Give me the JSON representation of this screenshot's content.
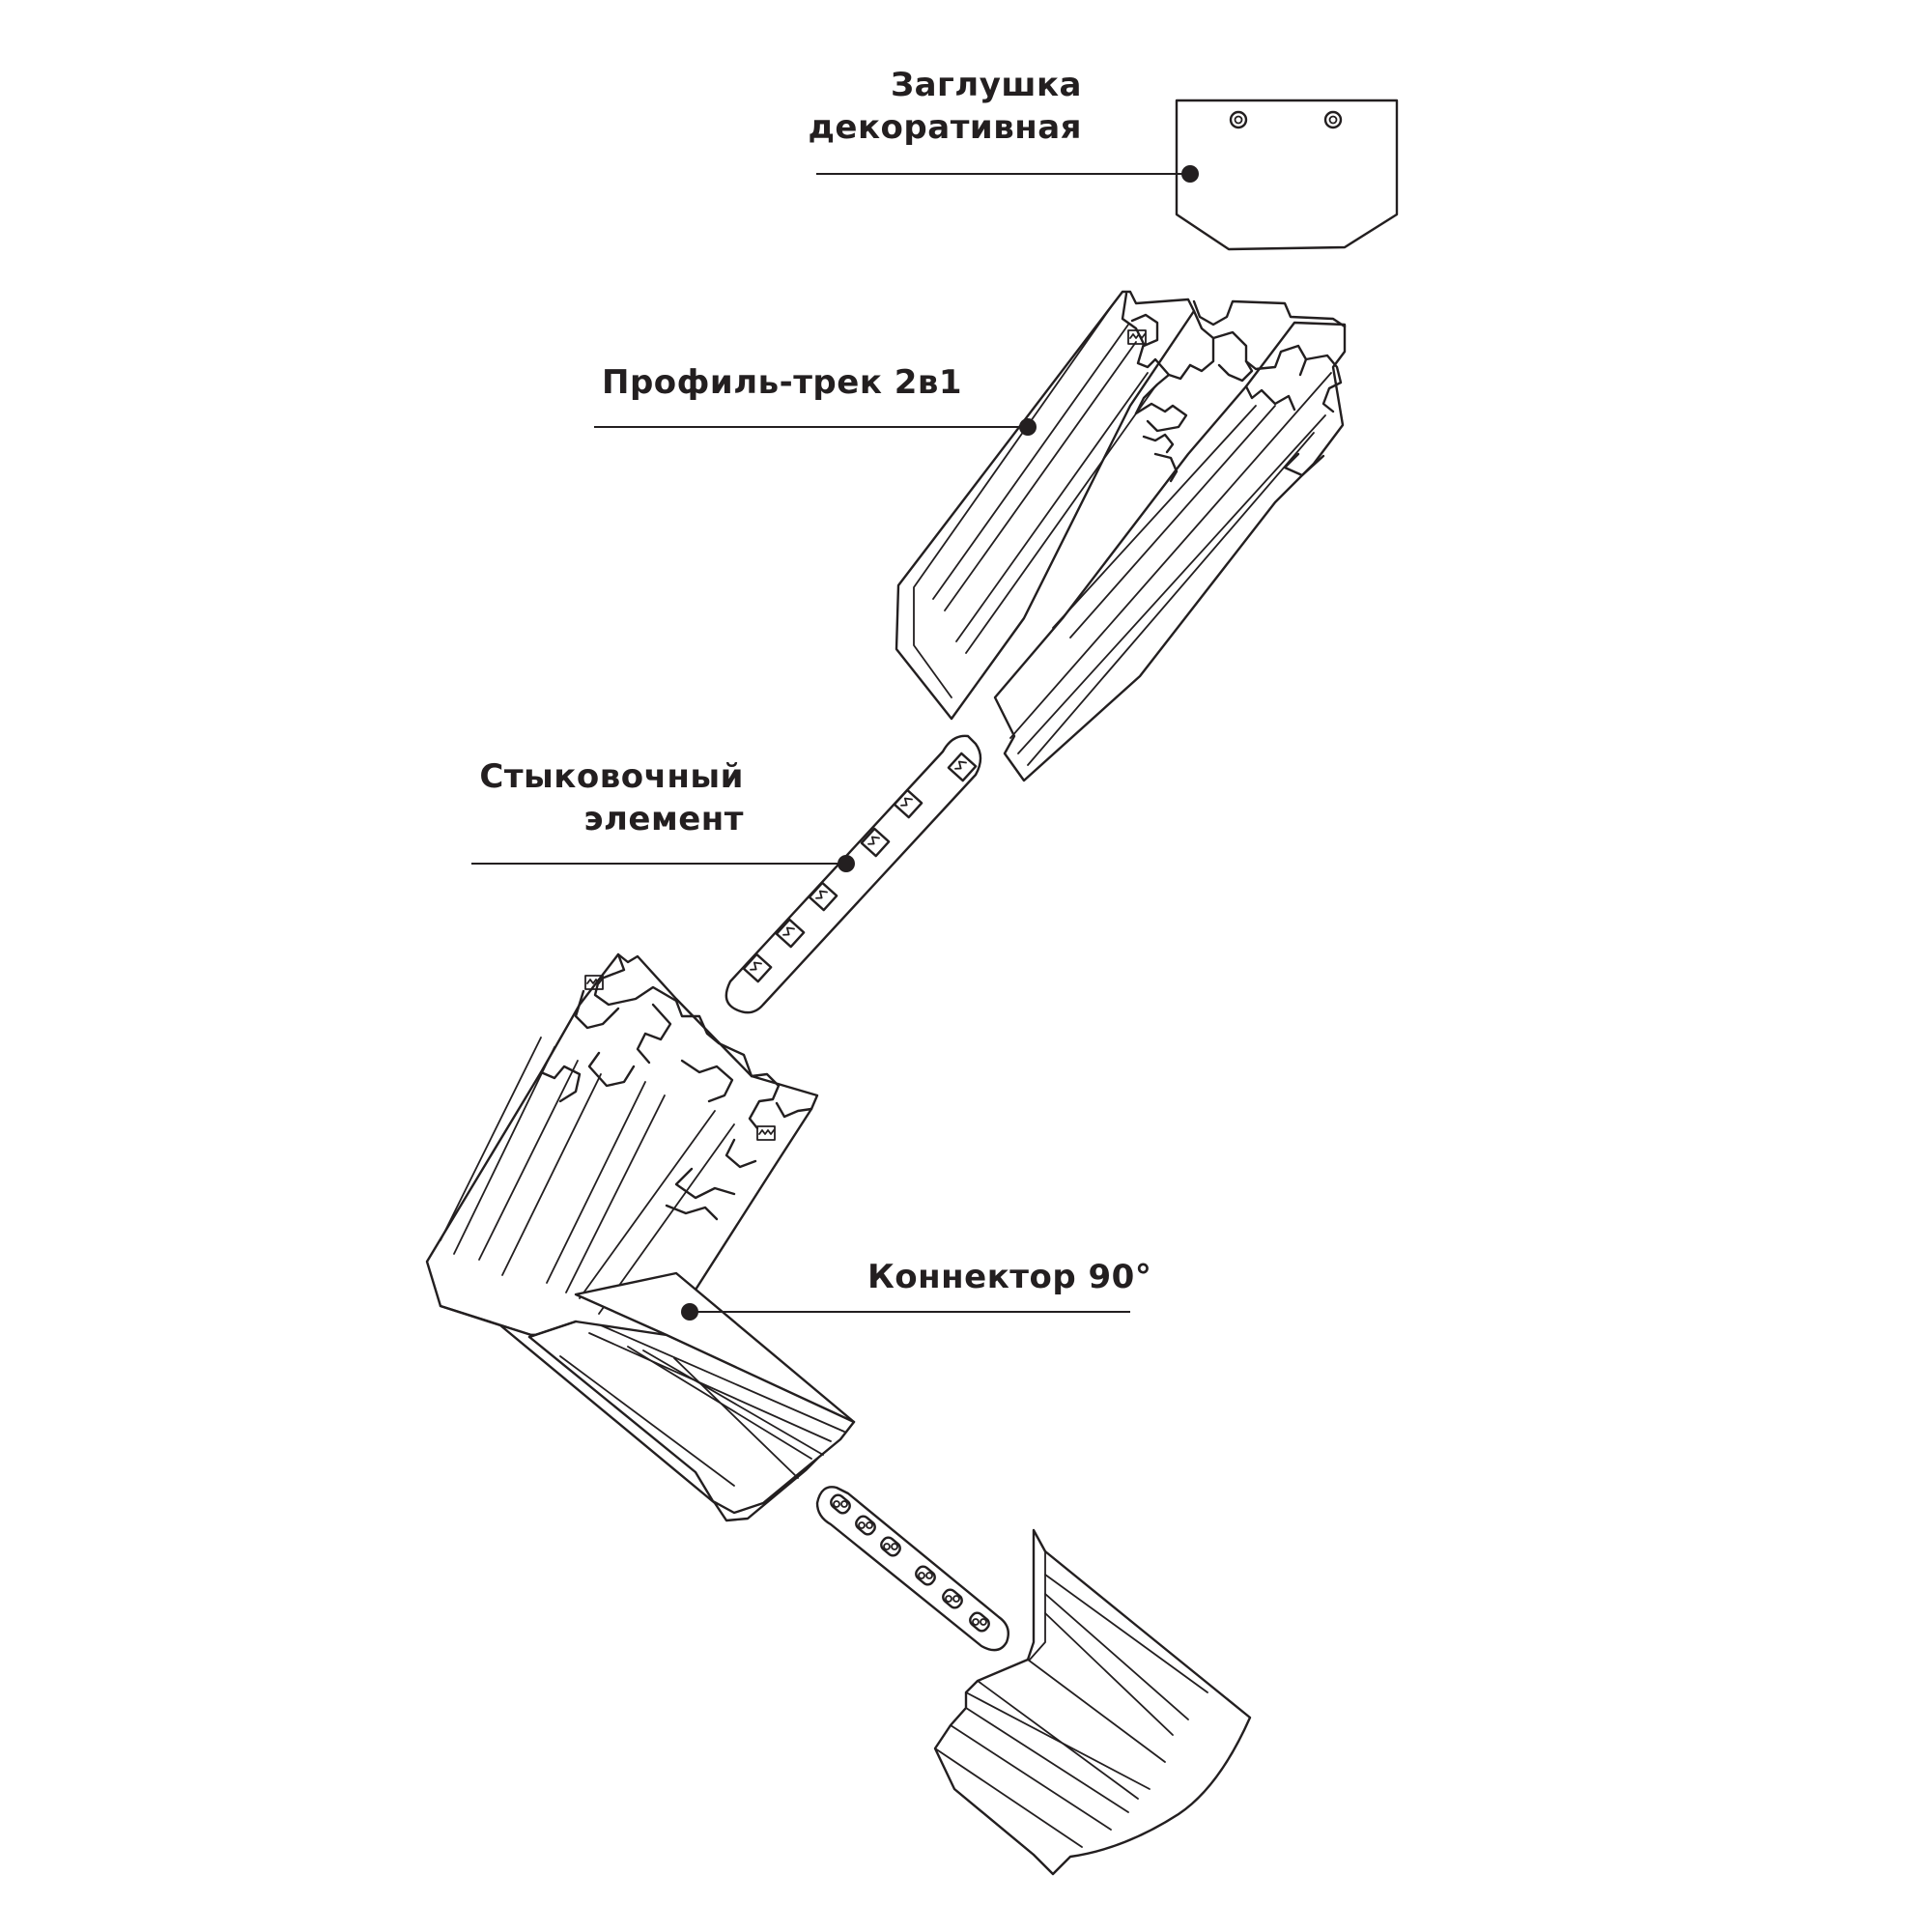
{
  "callouts": {
    "end_cap": {
      "line1": "Заглушка",
      "line2": "декоративная"
    },
    "profile_track": {
      "label": "Профиль-трек 2в1"
    },
    "joining_element": {
      "line1": "Стыковочный",
      "line2": "элемент"
    },
    "connector_90": {
      "label": "Коннектор 90°"
    }
  },
  "colors": {
    "ink": "#231f20",
    "background": "#ffffff"
  }
}
